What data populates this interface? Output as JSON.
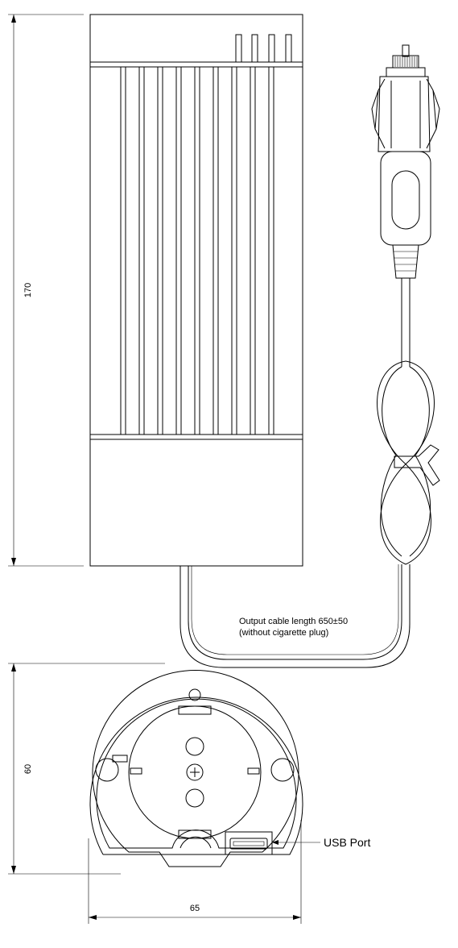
{
  "dimensions": {
    "height_top": "170",
    "height_bottom": "60",
    "width_bottom": "65"
  },
  "annotations": {
    "cable_length_line1": "Output cable length 650±50",
    "cable_length_line2": "(without cigarette plug)",
    "usb_port_label": "USB Port"
  }
}
